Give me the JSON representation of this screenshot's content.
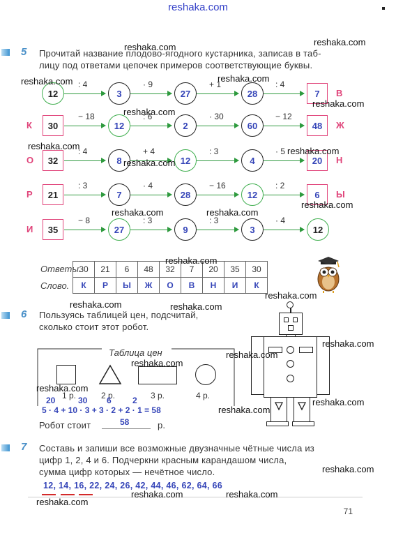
{
  "header": {
    "site": "reshaka.com"
  },
  "watermark": "reshaka.com",
  "task5": {
    "number": "5",
    "text_line1": "Прочитай название плодово-ягодного кустарника, записав в таб-",
    "text_line2": "лицу под ответами цепочек примеров соответствующие буквы.",
    "chains": [
      {
        "start": "12",
        "ops": [
          ": 4",
          "· 9",
          "+ 1",
          ": 4"
        ],
        "values": [
          "3",
          "27",
          "28"
        ],
        "end": "7",
        "letter": "В"
      },
      {
        "start": "30",
        "ops": [
          "− 18",
          ": 6",
          "· 30",
          "− 12"
        ],
        "values": [
          "12",
          "2",
          "60"
        ],
        "end": "48",
        "letter": "Ж",
        "start_letter": "К"
      },
      {
        "start": "32",
        "ops": [
          ": 4",
          "+ 4",
          ": 3",
          "· 5"
        ],
        "values": [
          "8",
          "12",
          "4"
        ],
        "end": "20",
        "letter": "Н",
        "start_letter": "О"
      },
      {
        "start": "21",
        "ops": [
          ": 3",
          "· 4",
          "− 16",
          ": 2"
        ],
        "values": [
          "7",
          "28",
          "12"
        ],
        "end": "6",
        "letter": "Ы",
        "start_letter": "Р"
      },
      {
        "start": "35",
        "ops": [
          "− 8",
          ": 3",
          ": 3",
          "· 4"
        ],
        "values": [
          "27",
          "9",
          "3"
        ],
        "end": "12",
        "start_letter": "И"
      }
    ],
    "answers_label": "Ответы.",
    "word_label": "Слово.",
    "answers": [
      "30",
      "21",
      "6",
      "48",
      "32",
      "7",
      "20",
      "35",
      "30"
    ],
    "word": [
      "К",
      "Р",
      "Ы",
      "Ж",
      "О",
      "В",
      "Н",
      "И",
      "К"
    ]
  },
  "task6": {
    "number": "6",
    "text_line1": "Пользуясь таблицей цен, подсчитай,",
    "text_line2": "сколько стоит этот робот.",
    "table_title": "Таблица цен",
    "prices": [
      "1 р.",
      "2 р.",
      "3 р.",
      "4 р."
    ],
    "subtotals": [
      "20",
      "30",
      "6",
      "2"
    ],
    "expression": "5 · 4 + 10 · 3 + 3 · 2 + 2 · 1 = 58",
    "result_label": "Робот стоит",
    "result_value": "58",
    "result_unit": "р."
  },
  "task7": {
    "number": "7",
    "text_line1": "Составь и запиши все возможные двузначные чётные числа из",
    "text_line2": "цифр 1, 2, 4 и 6. Подчеркни красным карандашом числа,",
    "text_line3": "сумма цифр которых — нечётное число.",
    "answer": "12, 14, 16, 22, 24, 26, 42, 44, 46, 62, 64, 66"
  },
  "page_number": "71",
  "colors": {
    "accent_blue": "#3545b8",
    "pink": "#e0447a",
    "green": "#3fae4e",
    "task_blue": "#4a90c8"
  }
}
